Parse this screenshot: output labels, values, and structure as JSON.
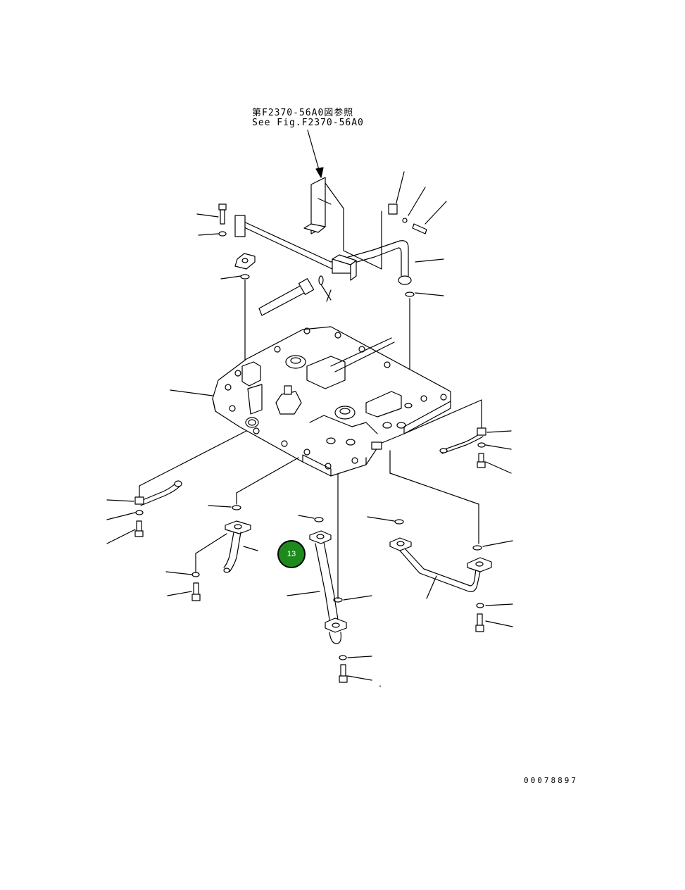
{
  "reference": {
    "japanese": "第F2370-56A0図参照",
    "english": "See Fig.F2370-56A0"
  },
  "callout": {
    "label": "13",
    "color": "#1e8a1e"
  },
  "drawing_number": "00078897"
}
